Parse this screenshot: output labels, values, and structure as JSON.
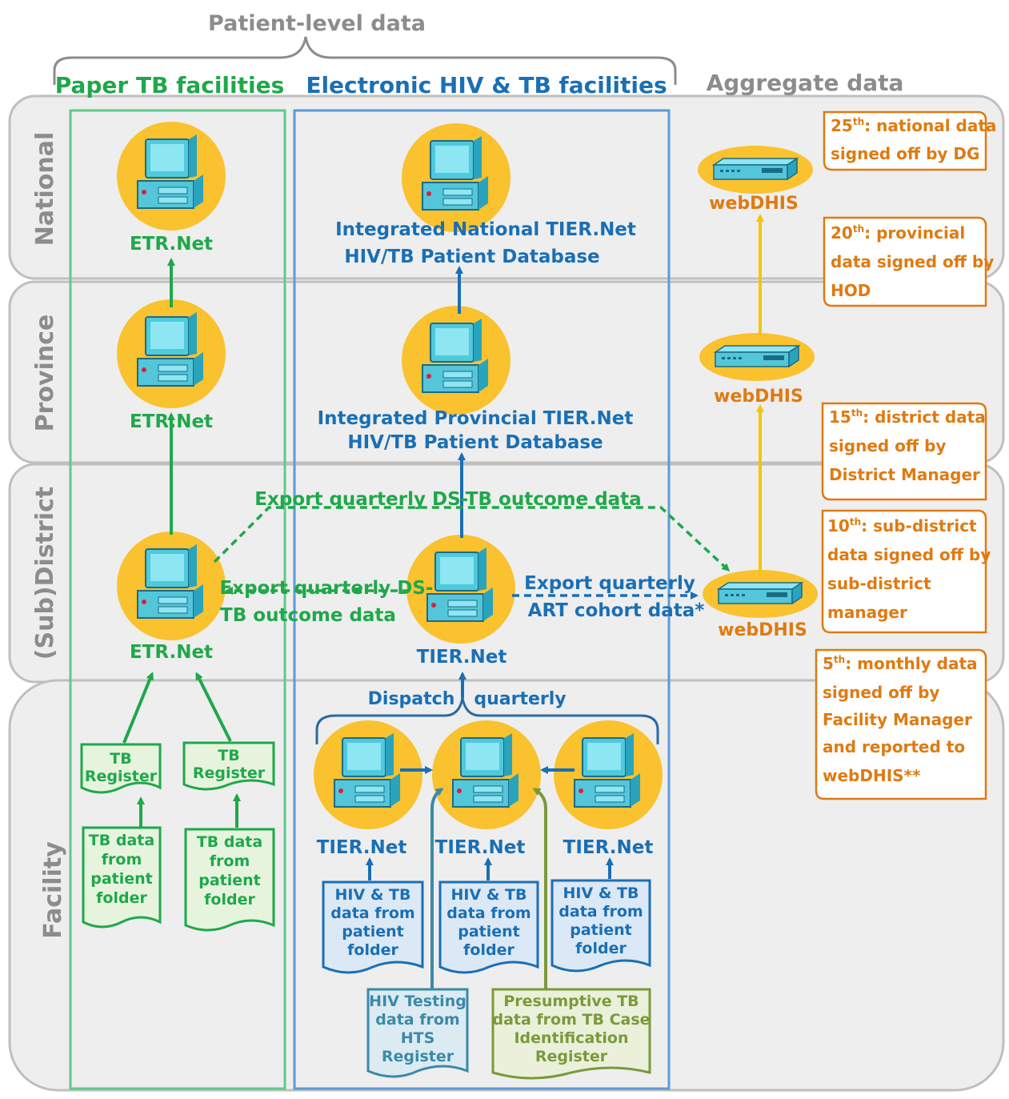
{
  "headers": {
    "patient_level": "Patient-level data",
    "paper": "Paper TB facilities",
    "electronic": "Electronic HIV & TB facilities",
    "aggregate": "Aggregate data"
  },
  "levels": [
    "National",
    "Province",
    "(Sub)District",
    "Facility"
  ],
  "paper": {
    "etr_label": "ETR.Net",
    "tb_register_1": "TB",
    "tb_register_2": "Register",
    "tb_data": [
      "TB data",
      "from",
      "patient",
      "folder"
    ]
  },
  "electronic": {
    "national_db": [
      "Integrated National TIER.Net",
      "HIV/TB Patient Database"
    ],
    "provincial_db": [
      "Integrated Provincial TIER.Net",
      "HIV/TB Patient Database"
    ],
    "tier_label": "TIER.Net",
    "dispatch": "Dispatch",
    "quarterly": "quarterly",
    "hiv_tb_data": [
      "HIV & TB",
      "data from",
      "patient",
      "folder"
    ],
    "hts": [
      "HIV Testing",
      "data from",
      "HTS",
      "Register"
    ],
    "presumptive": [
      "Presumptive TB",
      "data from TB Case",
      "Identification",
      "Register"
    ]
  },
  "exports": {
    "dstb_top": "Export quarterly DS-TB outcome data",
    "dstb_left": [
      "Export quarterly DS-",
      "TB outcome data"
    ],
    "art": [
      "Export quarterly",
      "ART cohort data*"
    ]
  },
  "aggregate": {
    "webdhis": "webDHIS",
    "notes": [
      {
        "day": "25",
        "sup": "th",
        "lines": [
          ": national data",
          "signed off by DG"
        ]
      },
      {
        "day": "20",
        "sup": "th",
        "lines": [
          ": provincial",
          "data signed off by",
          "HOD"
        ]
      },
      {
        "day": "15",
        "sup": "th",
        "lines": [
          ": district data",
          "signed off by",
          "District Manager"
        ]
      },
      {
        "day": "10",
        "sup": "th",
        "lines": [
          ": sub-district",
          "data signed off by",
          "sub-district",
          "manager"
        ]
      },
      {
        "day": "5",
        "sup": "th",
        "lines": [
          ": monthly data",
          "signed off by",
          "Facility Manager",
          "and reported to",
          "webDHIS**"
        ]
      }
    ]
  },
  "colors": {
    "green": "#1fa84a",
    "blue": "#1a6fb5",
    "orange": "#e07a10",
    "gold": "#f5c500",
    "grey": "#8c8c8c",
    "band": "#eeeeee"
  }
}
